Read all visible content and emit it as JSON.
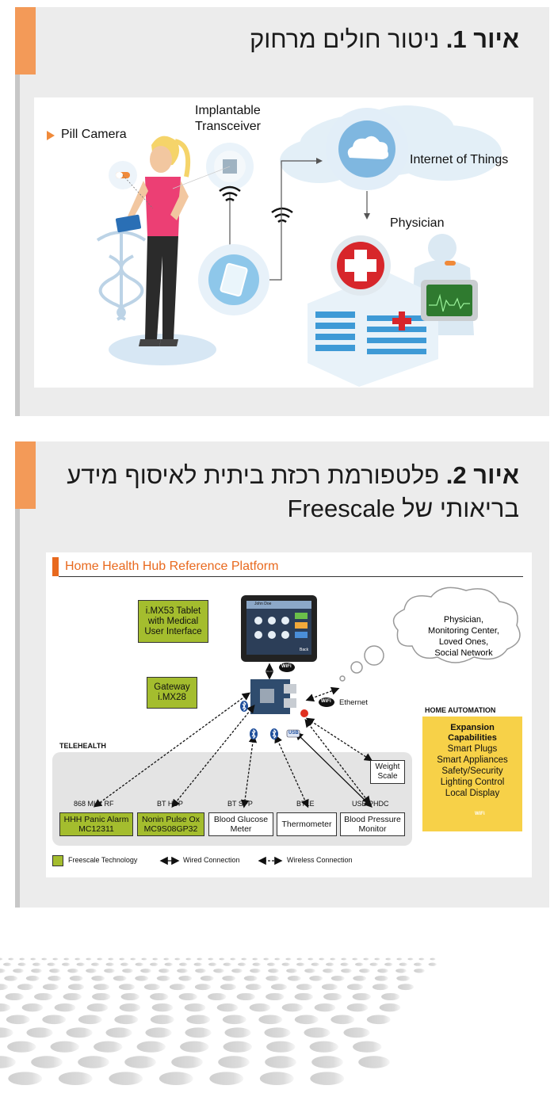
{
  "figure1": {
    "label": "איור 1.",
    "title": "ניטור חולים מרחוק",
    "labels": {
      "pill_camera": "Pill Camera",
      "implantable_l1": "Implantable",
      "implantable_l2": "Transceiver",
      "iot": "Internet of Things",
      "physician": "Physician"
    }
  },
  "figure2": {
    "label": "איור 2.",
    "title_line1": "פלטפורמת רכזת ביתית לאיסוף מידע",
    "title_line2": "בריאותי של Freescale",
    "diagram": {
      "header": "Home Health Hub Reference Platform",
      "tablet_box": [
        "i.MX53 Tablet",
        "with Medical",
        "User Interface"
      ],
      "gateway_box": [
        "Gateway",
        "i.MX28"
      ],
      "cloud": [
        "Physician,",
        "Monitoring Center,",
        "Loved Ones,",
        "Social Network"
      ],
      "ethernet": "Ethernet",
      "wifi": "WiFi",
      "tablet_screen": {
        "name": "John Doe",
        "back": "Back"
      },
      "home_automation": {
        "title": "HOME AUTOMATION",
        "heading": [
          "Expansion",
          "Capabilities"
        ],
        "items": [
          "Smart Plugs",
          "Smart Appliances",
          "Safety/Security",
          "Lighting Control",
          "Local Display"
        ]
      },
      "telehealth": "TELEHEALTH",
      "weight_scale": [
        "Weight",
        "Scale"
      ],
      "usb": "USB",
      "connections": [
        "868 MHz RF",
        "BT HDP",
        "BT SPP",
        "BTLE",
        "USB PHDC"
      ],
      "devices": [
        [
          "HHH Panic Alarm",
          "MC12311"
        ],
        [
          "Nonin Pulse Ox",
          "MC9S08GP32"
        ],
        [
          "Blood Glucose",
          "Meter"
        ],
        [
          "Thermometer"
        ],
        [
          "Blood Pressure",
          "Monitor"
        ]
      ],
      "legend": {
        "freescale": "Freescale Technology",
        "wired": "Wired Connection",
        "wireless": "Wireless Connection"
      }
    }
  },
  "colors": {
    "accent": "#f39a58",
    "panel": "#ececec",
    "header_orange": "#e8691e",
    "freescale_green": "#a4bd2e",
    "automation_yellow": "#f7d148",
    "zigbee_red": "#e03020"
  }
}
